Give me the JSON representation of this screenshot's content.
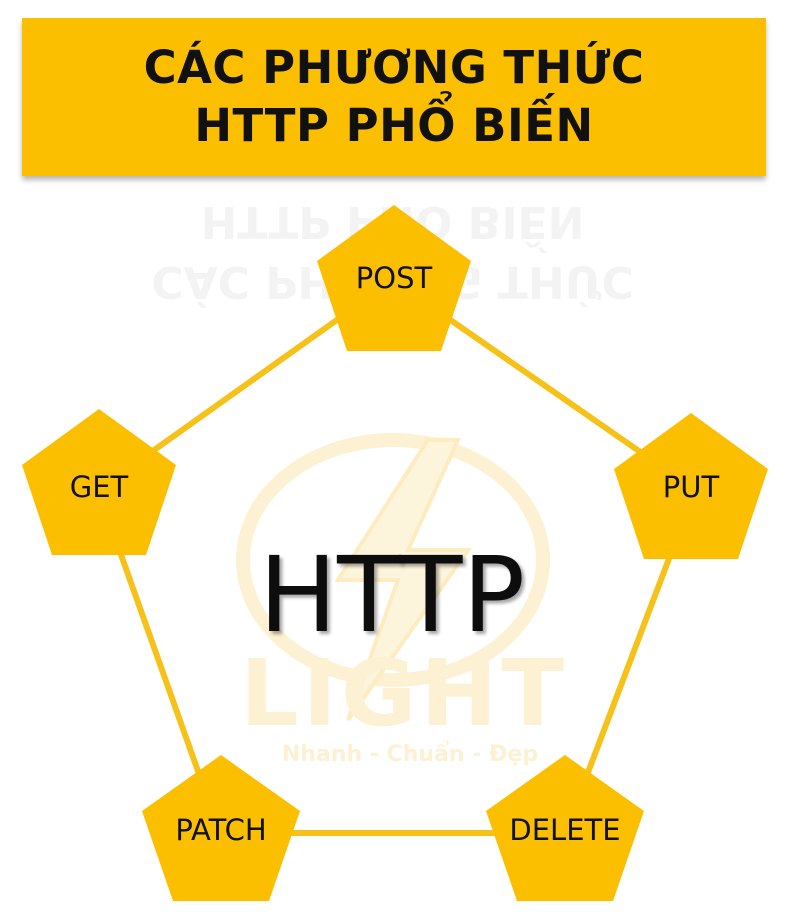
{
  "title": {
    "line1": "CÁC PHƯƠNG THỨC",
    "line2": "HTTP PHỔ BIẾN"
  },
  "center_label": "HTTP",
  "methods": {
    "post": "POST",
    "put": "PUT",
    "delete": "DELETE",
    "patch": "PATCH",
    "get": "GET"
  },
  "watermark": {
    "brand": "LIGHT",
    "tagline": "Nhanh - Chuẩn - Đẹp"
  },
  "colors": {
    "accent": "#fbbf00",
    "connector": "#f6c21a",
    "text": "#111111"
  }
}
